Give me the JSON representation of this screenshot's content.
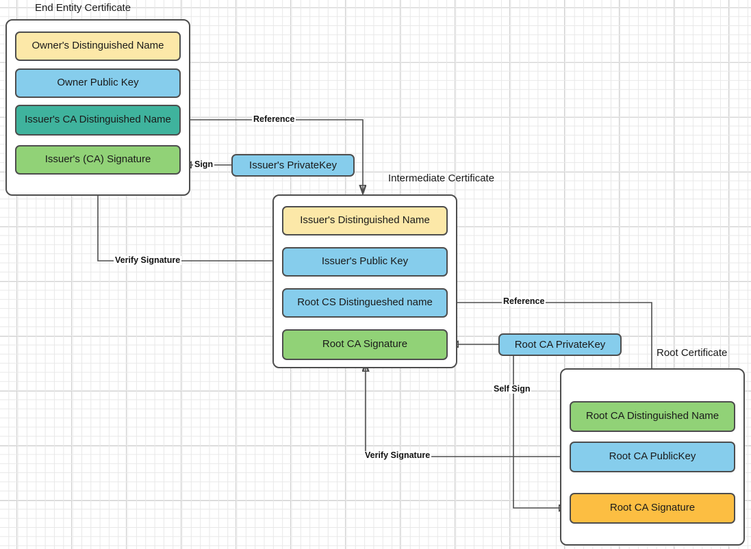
{
  "diagram": {
    "title_end_entity": "End Entity Certificate",
    "title_intermediate": "Intermediate Certificate",
    "title_root": "Root Certificate"
  },
  "end_entity_certificate": {
    "label": "End Entity Certificate",
    "fields": [
      {
        "label": "Owner's Distinguished Name",
        "color": "#fce8a8"
      },
      {
        "label": "Owner Public  Key",
        "color": "#86cdec"
      },
      {
        "label": "Issuer's CA Distinguished Name",
        "color": "#3fb39d"
      },
      {
        "label": "Issuer's (CA) Signature",
        "color": "#91d277"
      }
    ]
  },
  "intermediate_certificate": {
    "label": "Intermediate Certificate",
    "fields": [
      {
        "label": "Issuer's Distinguished Name",
        "color": "#fce8a8"
      },
      {
        "label": "Issuer's Public  Key",
        "color": "#86cdec"
      },
      {
        "label": "Root CS Distingueshed name",
        "color": "#86cdec"
      },
      {
        "label": "Root CA Signature",
        "color": "#91d277"
      }
    ]
  },
  "root_certificate": {
    "label": "Root Certificate",
    "fields": [
      {
        "label": "Root CA Distinguished Name",
        "color": "#91d277"
      },
      {
        "label": "Root CA PublicKey",
        "color": "#86cdec"
      },
      {
        "label": "Root CA Signature",
        "color": "#fcbe42"
      }
    ]
  },
  "keys": {
    "issuer_private_key": "Issuer's PrivateKey",
    "root_ca_private_key": "Root CA PrivateKey"
  },
  "edges": {
    "reference_top": "Reference",
    "sign": "Sign",
    "verify_signature_top": "Verify Signature",
    "reference_bottom": "Reference",
    "self_sign": "Self Sign",
    "verify_signature_bottom": "Verify Signature"
  },
  "colors": {
    "stroke": "#4d4d4d",
    "text": "#1a1a1a",
    "yellow": "#fce8a8",
    "blue": "#86cdec",
    "teal": "#3fb39d",
    "green": "#91d277",
    "orange": "#fcbe42",
    "grid_minor": "#e8e8e8",
    "grid_major": "#cfcfcf"
  }
}
